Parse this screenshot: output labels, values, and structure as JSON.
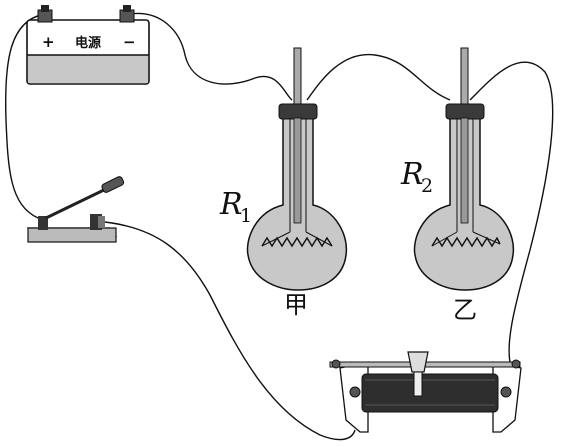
{
  "battery": {
    "label": "电源",
    "plus": "+",
    "minus": "−"
  },
  "resistors": [
    {
      "symbol": "R",
      "subscript": "1",
      "caption": "甲"
    },
    {
      "symbol": "R",
      "subscript": "2",
      "caption": "乙"
    }
  ],
  "colors": {
    "stroke": "#111111",
    "fill": "#c8c8c8",
    "dark": "#3a3a3a",
    "liquid": "#b5b5b5"
  }
}
